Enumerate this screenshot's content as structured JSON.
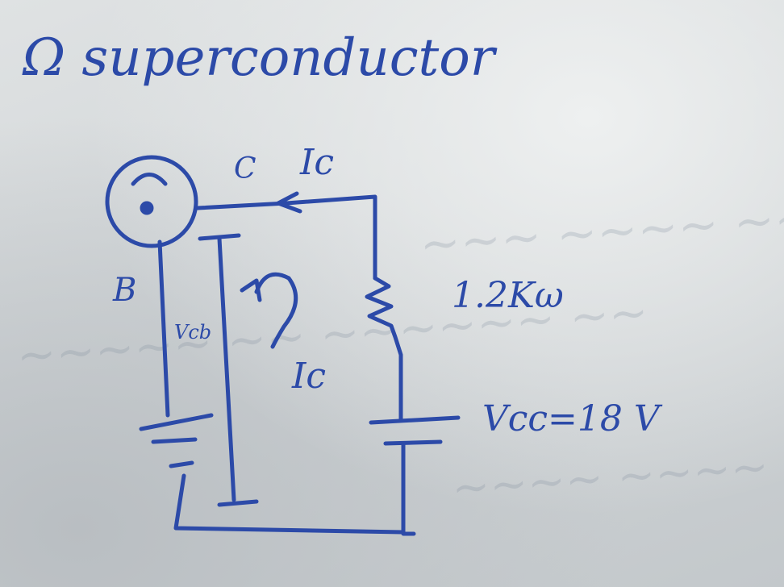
{
  "page": {
    "heading": "Ω superconductor",
    "ink_color": "#2c4aa8",
    "paper_color": "#d6dadc"
  },
  "circuit": {
    "label_collector": "C",
    "label_collector_current_top": "Ic",
    "label_base": "B",
    "label_vcb": "Vcb",
    "label_loop_current": "Ic",
    "label_resistor": "1.2Kω",
    "label_supply": "Vcc=18 V"
  }
}
